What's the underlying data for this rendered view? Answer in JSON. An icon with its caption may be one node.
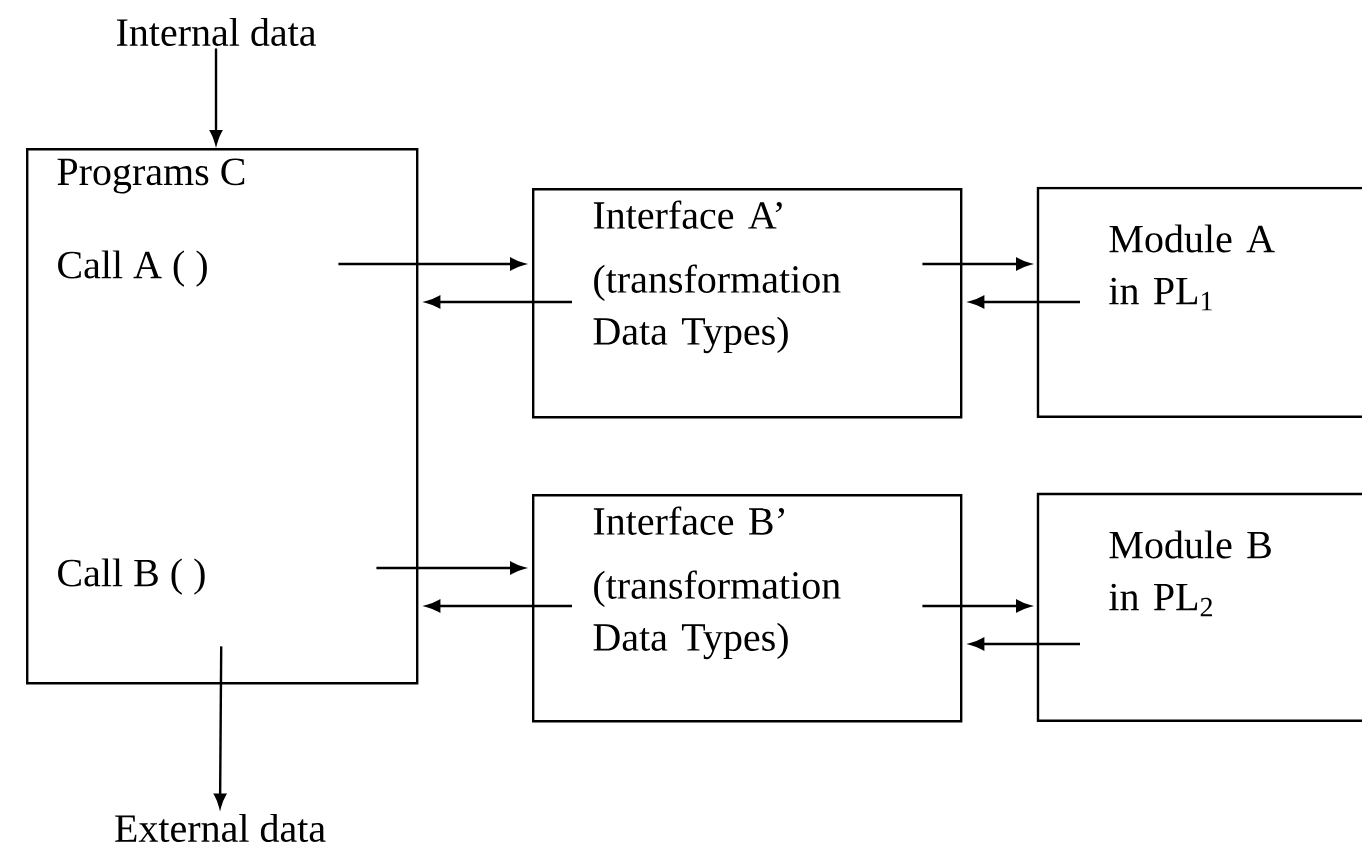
{
  "diagram": {
    "nodes": [
      {
        "text": [
          "Internal data"
        ]
      },
      {
        "text": [
          "Programs C",
          "Call A ( )",
          "Call B ( )"
        ]
      },
      {
        "text": [
          "Interface A’",
          "(transformation Data Types)"
        ]
      },
      {
        "text": [
          "Module A in PL$_{1}$"
        ]
      },
      {
        "text": [
          "Interface B’",
          "(transformation Data Types)"
        ]
      },
      {
        "text": [
          "Module B in PL$_{2}$"
        ]
      },
      {
        "text": [
          "External data"
        ]
      }
    ],
    "edges": [
      {
        "from": 0,
        "to": 1,
        "arrow": "to"
      },
      {
        "from": 1,
        "to": 2,
        "arrow": "to"
      },
      {
        "from": 2,
        "to": 1,
        "arrow": "to"
      },
      {
        "from": 2,
        "to": 3,
        "arrow": "to"
      },
      {
        "from": 3,
        "to": 2,
        "arrow": "to"
      },
      {
        "from": 1,
        "to": 4,
        "arrow": "to"
      },
      {
        "from": 4,
        "to": 1,
        "arrow": "to"
      },
      {
        "from": 4,
        "to": 5,
        "arrow": "to"
      },
      {
        "from": 5,
        "to": 4,
        "arrow": "to"
      },
      {
        "from": 1,
        "to": 6,
        "arrow": "to"
      }
    ]
  }
}
